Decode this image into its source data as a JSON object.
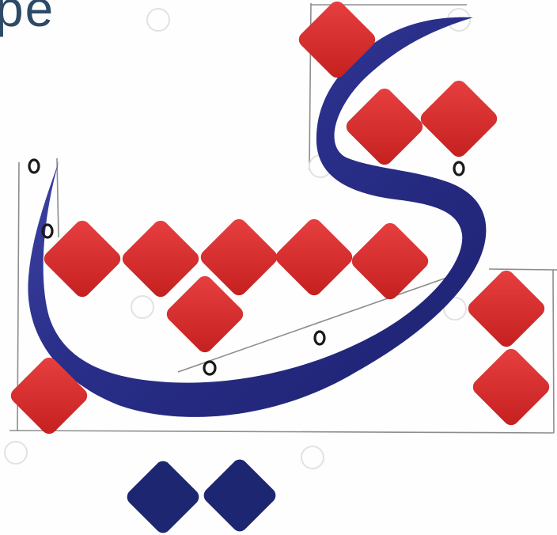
{
  "corner_text": "pe",
  "colors": {
    "ink_blue": "#1f2477",
    "ink_blue_light": "#4a4fb0",
    "diamond_red": "#d92a2a",
    "diamond_red_dark": "#b81d1d",
    "diamond_blue": "#1d2670",
    "guide_line": "#9a9a9a",
    "watermark": "#e4e4e4"
  },
  "icons": {
    "diamond": "rotated-rounded-square",
    "dot": "ink-ring",
    "watermark": "spiral-logo"
  }
}
